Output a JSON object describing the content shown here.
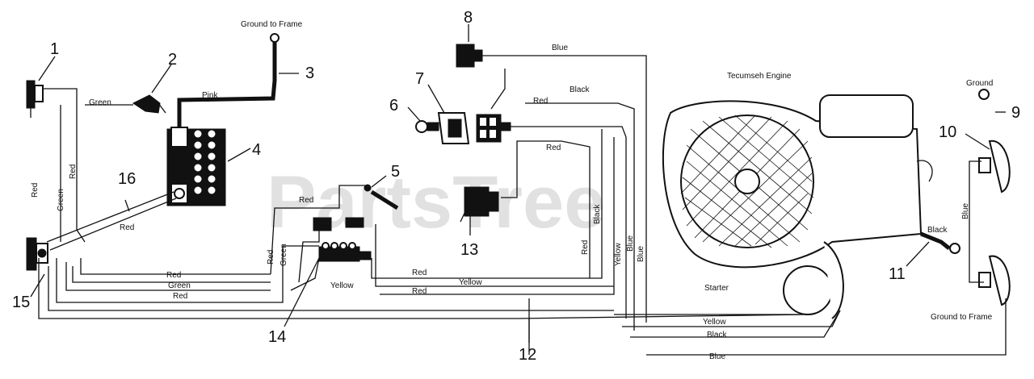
{
  "callouts": [
    "1",
    "2",
    "3",
    "4",
    "5",
    "6",
    "7",
    "8",
    "9",
    "10",
    "11",
    "12",
    "13",
    "14",
    "15",
    "16"
  ],
  "labels": {
    "ground_to_frame_top": "Ground to Frame",
    "engine": "Tecumseh Engine",
    "ground_right": "Ground",
    "starter": "Starter",
    "ground_to_frame_right": "Ground to Frame"
  },
  "wire_colors": {
    "blue": "Blue",
    "black": "Black",
    "red": "Red",
    "green": "Green",
    "yellow": "Yellow",
    "pink": "Pink"
  },
  "watermark": "PartsTree"
}
